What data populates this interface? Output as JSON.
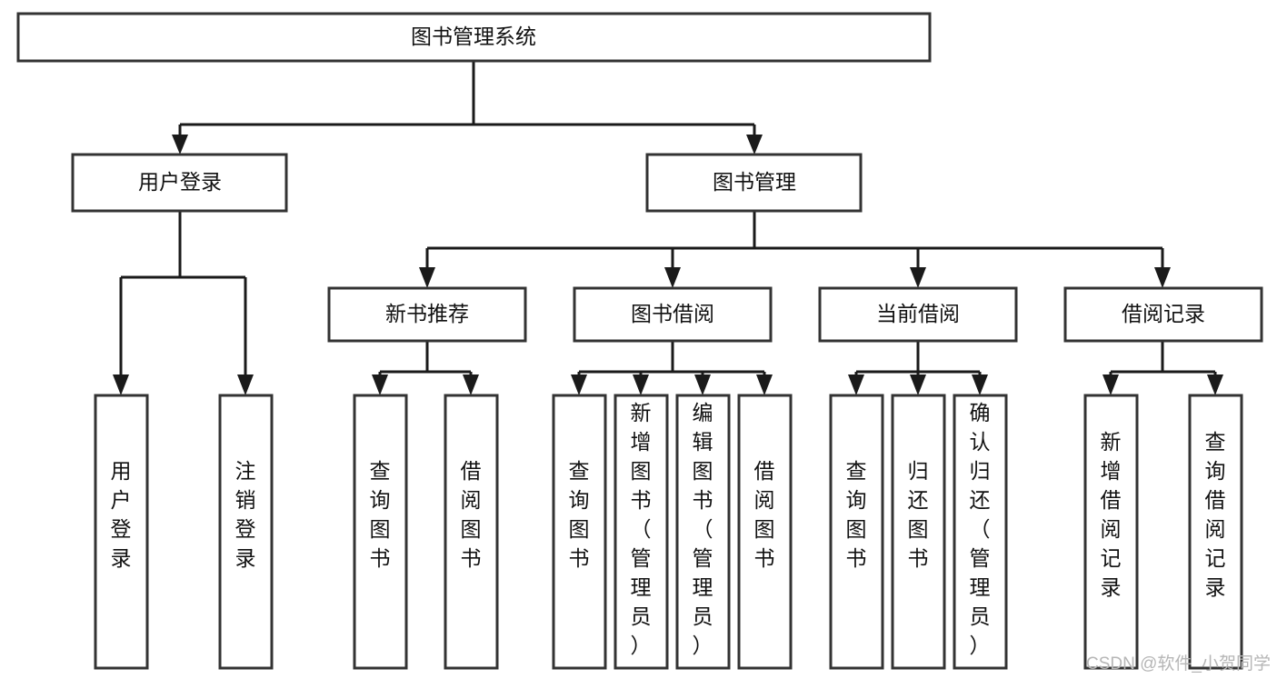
{
  "diagram": {
    "title": "图书管理系统",
    "type": "tree-hierarchy",
    "watermark": "CSDN @软件_小贺同学",
    "root": {
      "id": "root",
      "label": "图书管理系统"
    },
    "level2": [
      {
        "id": "user-login",
        "label": "用户登录"
      },
      {
        "id": "book-manage",
        "label": "图书管理"
      }
    ],
    "level3": [
      {
        "id": "new-book-rec",
        "label": "新书推荐",
        "parent": "book-manage"
      },
      {
        "id": "book-borrow",
        "label": "图书借阅",
        "parent": "book-manage"
      },
      {
        "id": "current-borrow",
        "label": "当前借阅",
        "parent": "book-manage"
      },
      {
        "id": "borrow-record",
        "label": "借阅记录",
        "parent": "book-manage"
      }
    ],
    "leaves": {
      "user-login": [
        {
          "id": "leaf-user-login",
          "label": "用户登录"
        },
        {
          "id": "leaf-user-logout",
          "label": "注销登录"
        }
      ],
      "new-book-rec": [
        {
          "id": "leaf-query-book-1",
          "label": "查询图书"
        },
        {
          "id": "leaf-borrow-book-1",
          "label": "借阅图书"
        }
      ],
      "book-borrow": [
        {
          "id": "leaf-query-book-2",
          "label": "查询图书"
        },
        {
          "id": "leaf-add-book",
          "label": "新增图书（管理员）"
        },
        {
          "id": "leaf-edit-book",
          "label": "编辑图书（管理员）"
        },
        {
          "id": "leaf-borrow-book-2",
          "label": "借阅图书"
        }
      ],
      "current-borrow": [
        {
          "id": "leaf-query-book-3",
          "label": "查询图书"
        },
        {
          "id": "leaf-return-book",
          "label": "归还图书"
        },
        {
          "id": "leaf-confirm-return",
          "label": "确认归还（管理员）"
        }
      ],
      "borrow-record": [
        {
          "id": "leaf-add-record",
          "label": "新增借阅记录"
        },
        {
          "id": "leaf-query-record",
          "label": "查询借阅记录"
        }
      ]
    },
    "colors": {
      "box_stroke": "#333333",
      "box_fill": "#ffffff",
      "connector": "#1a1a1a",
      "text": "#111111",
      "watermark": "#b6b6b6",
      "background": "#ffffff"
    }
  }
}
